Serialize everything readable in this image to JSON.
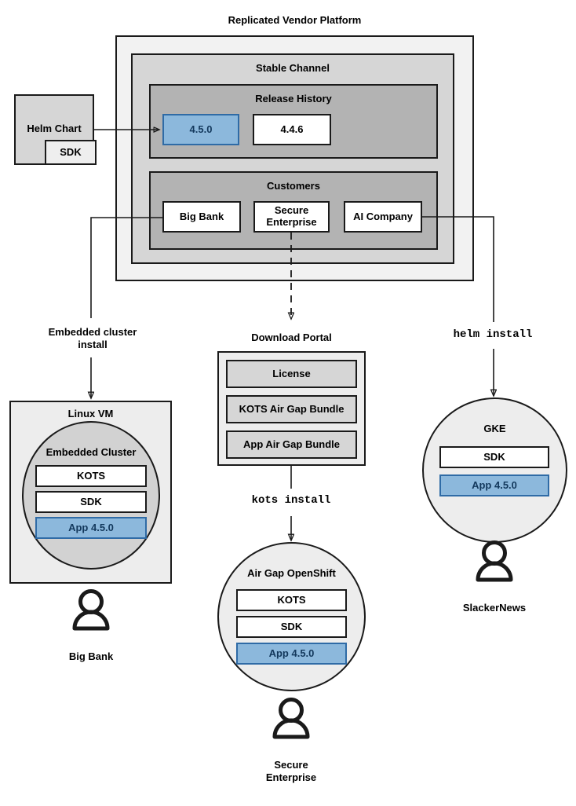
{
  "diagram": {
    "title": "Replicated Vendor Platform",
    "platform": {
      "stable_channel": {
        "label": "Stable Channel",
        "release_history": {
          "label": "Release History",
          "releases": [
            {
              "version": "4.5.0",
              "highlighted": true
            },
            {
              "version": "4.4.6",
              "highlighted": false
            }
          ]
        },
        "customers": {
          "label": "Customers",
          "items": [
            {
              "name": "Big Bank"
            },
            {
              "name": "Secure\nEnterprise",
              "line1": "Secure",
              "line2": "Enterprise"
            },
            {
              "name": "AI Company"
            }
          ]
        }
      }
    },
    "helm_chart": {
      "label": "Helm Chart",
      "sdk_label": "SDK"
    },
    "connectors": {
      "embedded_cluster_install": {
        "line1": "Embedded cluster",
        "line2": "install"
      },
      "kots_install": "kots install",
      "helm_install": "helm install"
    },
    "targets": {
      "linux_vm": {
        "label": "Linux VM",
        "embedded_cluster": {
          "label": "Embedded Cluster",
          "components": [
            {
              "label": "KOTS",
              "highlighted": false
            },
            {
              "label": "SDK",
              "highlighted": false
            },
            {
              "label": "App 4.5.0",
              "highlighted": true
            }
          ]
        },
        "user": "Big Bank"
      },
      "download_portal": {
        "label": "Download Portal",
        "artifacts": [
          {
            "label": "License"
          },
          {
            "label": "KOTS Air Gap Bundle"
          },
          {
            "label": "App Air Gap Bundle"
          }
        ]
      },
      "air_gap_openshift": {
        "label": "Air Gap OpenShift",
        "components": [
          {
            "label": "KOTS",
            "highlighted": false
          },
          {
            "label": "SDK",
            "highlighted": false
          },
          {
            "label": "App 4.5.0",
            "highlighted": true
          }
        ],
        "user_line1": "Secure",
        "user_line2": "Enterprise"
      },
      "gke": {
        "label": "GKE",
        "components": [
          {
            "label": "SDK",
            "highlighted": false
          },
          {
            "label": "App 4.5.0",
            "highlighted": true
          }
        ],
        "user": "SlackerNews"
      }
    },
    "colors": {
      "accent_blue_fill": "#8cb8dc",
      "accent_blue_border": "#2f6ba6",
      "accent_blue_text": "#13385c",
      "stroke": "#1a1a1a",
      "panel_outer": "#f2f2f2",
      "panel_channel": "#d6d6d6",
      "panel_inner": "#b3b3b3",
      "surface_light": "#ededed",
      "surface_gray": "#d2d2d2"
    }
  }
}
